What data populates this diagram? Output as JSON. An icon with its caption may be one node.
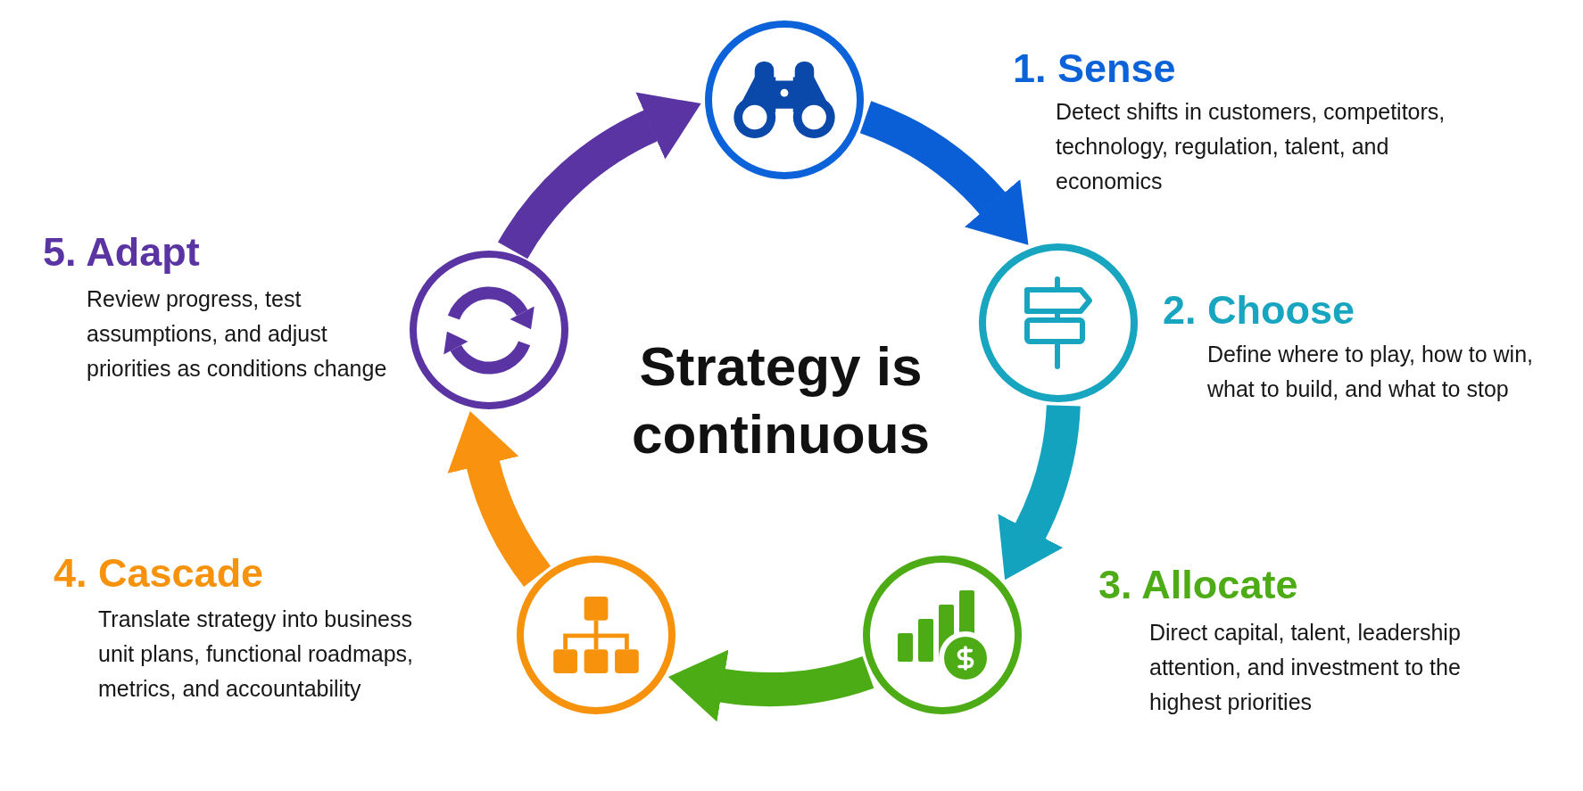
{
  "diagram": {
    "title": "Strategy is continuous",
    "nodes": [
      {
        "text": [],
        "shape": "circle",
        "beside": [
          "1. Sense",
          "Detect shifts in customers, competitors, technology, regulation, talent, and economics"
        ]
      },
      {
        "text": [],
        "shape": "circle",
        "beside": [
          "2. Choose",
          "Define where to play, how to win, what to build, and what to stop"
        ]
      },
      {
        "text": [],
        "shape": "circle",
        "beside": [
          "3. Allocate",
          "Direct capital, talent, leadership attention, and investment to the highest priorities"
        ]
      },
      {
        "text": [],
        "shape": "circle",
        "beside": [
          "4. Cascade",
          "Translate strategy into business unit plans, functional roadmaps, metrics, and accountability"
        ]
      },
      {
        "text": [],
        "shape": "circle",
        "beside": [
          "5. Adapt",
          "Review progress, test assumptions, and adjust priorities as conditions change"
        ]
      }
    ],
    "edges": [
      {
        "from": 0,
        "to": 1,
        "arrow": "to",
        "color": "#0b5fd6"
      },
      {
        "from": 1,
        "to": 2,
        "arrow": "to",
        "color": "#14a3bf"
      },
      {
        "from": 2,
        "to": 3,
        "arrow": "to",
        "color": "#4cac15"
      },
      {
        "from": 3,
        "to": 4,
        "arrow": "to",
        "color": "#f8920f"
      },
      {
        "from": 4,
        "to": 0,
        "arrow": "to",
        "color": "#5a34a2"
      }
    ]
  }
}
